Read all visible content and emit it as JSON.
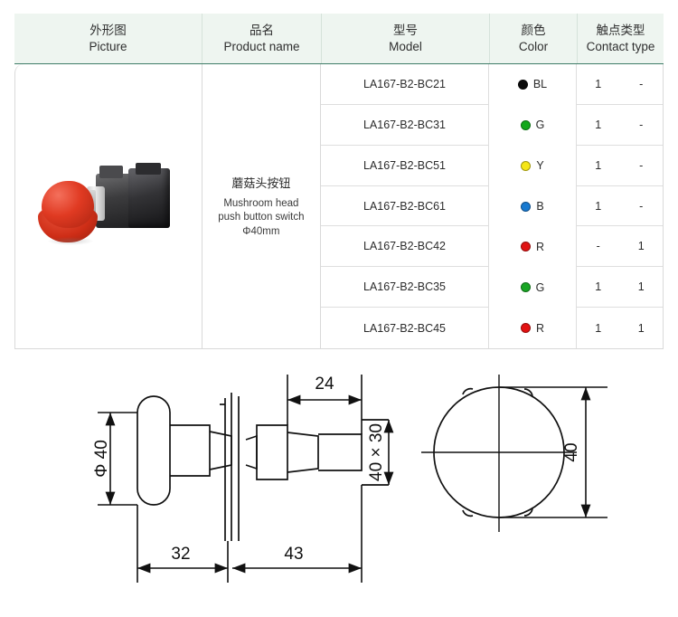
{
  "table": {
    "headers": [
      {
        "cn": "外形图",
        "en": "Picture",
        "name": "picture"
      },
      {
        "cn": "品名",
        "en": "Product name",
        "name": "product-name"
      },
      {
        "cn": "型号",
        "en": "Model",
        "name": "model"
      },
      {
        "cn": "颜色",
        "en": "Color",
        "name": "color"
      },
      {
        "cn": "触点类型",
        "en": "Contact type",
        "name": "contact-type"
      }
    ],
    "product": {
      "name_cn": "蘑菇头按钮",
      "name_en_line1": "Mushroom head",
      "name_en_line2": "push button switch",
      "name_en_line3": "Φ40mm",
      "photo_alt": "red-mushroom-push-button"
    },
    "rows": [
      {
        "model": "LA167-B2-BC21",
        "color_code": "BL",
        "color_hex": "#0a0a0a",
        "no": "1",
        "nc": "-"
      },
      {
        "model": "LA167-B2-BC31",
        "color_code": "G",
        "color_hex": "#13a81b",
        "no": "1",
        "nc": "-"
      },
      {
        "model": "LA167-B2-BC51",
        "color_code": "Y",
        "color_hex": "#f5e616",
        "no": "1",
        "nc": "-"
      },
      {
        "model": "LA167-B2-BC61",
        "color_code": "B",
        "color_hex": "#1779d0",
        "no": "1",
        "nc": "-"
      },
      {
        "model": "LA167-B2-BC42",
        "color_code": "R",
        "color_hex": "#e01414",
        "no": "-",
        "nc": "1"
      },
      {
        "model": "LA167-B2-BC35",
        "color_code": "G",
        "color_hex": "#19a524",
        "no": "1",
        "nc": "1"
      },
      {
        "model": "LA167-B2-BC45",
        "color_code": "R",
        "color_hex": "#e31212",
        "no": "1",
        "nc": "1"
      }
    ],
    "header_bg": "#eef5f0",
    "header_rule": "#3f7d68"
  },
  "drawing": {
    "side_view": {
      "dim_diameter": "Φ 40",
      "dim_panel_depth": "24",
      "dim_body_size": "40 × 30",
      "dim_front_length": "32",
      "dim_rear_length": "43"
    },
    "front_view": {
      "dim_width": "40"
    }
  }
}
